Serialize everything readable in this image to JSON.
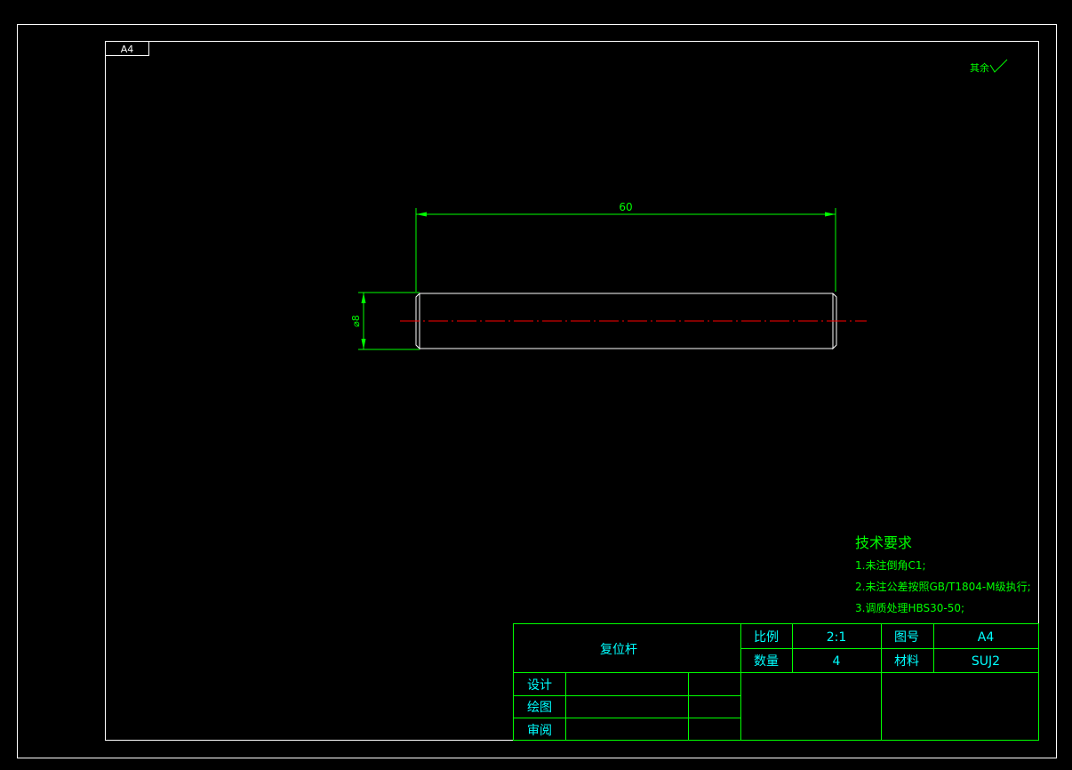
{
  "sheet": {
    "size_label": "A4"
  },
  "roughness_note": "其余",
  "dimensions": {
    "length": "60",
    "diameter": "⌀8"
  },
  "tech_requirements": {
    "title": "技术要求",
    "items": [
      "1.未注倒角C1;",
      "2.未注公差按照GB/T1804-M级执行;",
      "3.调质处理HBS30-50;"
    ]
  },
  "title_block": {
    "part_name": "复位杆",
    "scale_label": "比例",
    "scale_value": "2:1",
    "drawing_no_label": "图号",
    "drawing_no_value": "A4",
    "quantity_label": "数量",
    "quantity_value": "4",
    "material_label": "材料",
    "material_value": "SUJ2",
    "designer_label": "设计",
    "drafter_label": "绘图",
    "reviewer_label": "审阅"
  },
  "colors": {
    "background": "#000000",
    "frame": "#ffffff",
    "dimension": "#00ff00",
    "text_cyan": "#00ffff",
    "centerline": "#ff0000"
  }
}
